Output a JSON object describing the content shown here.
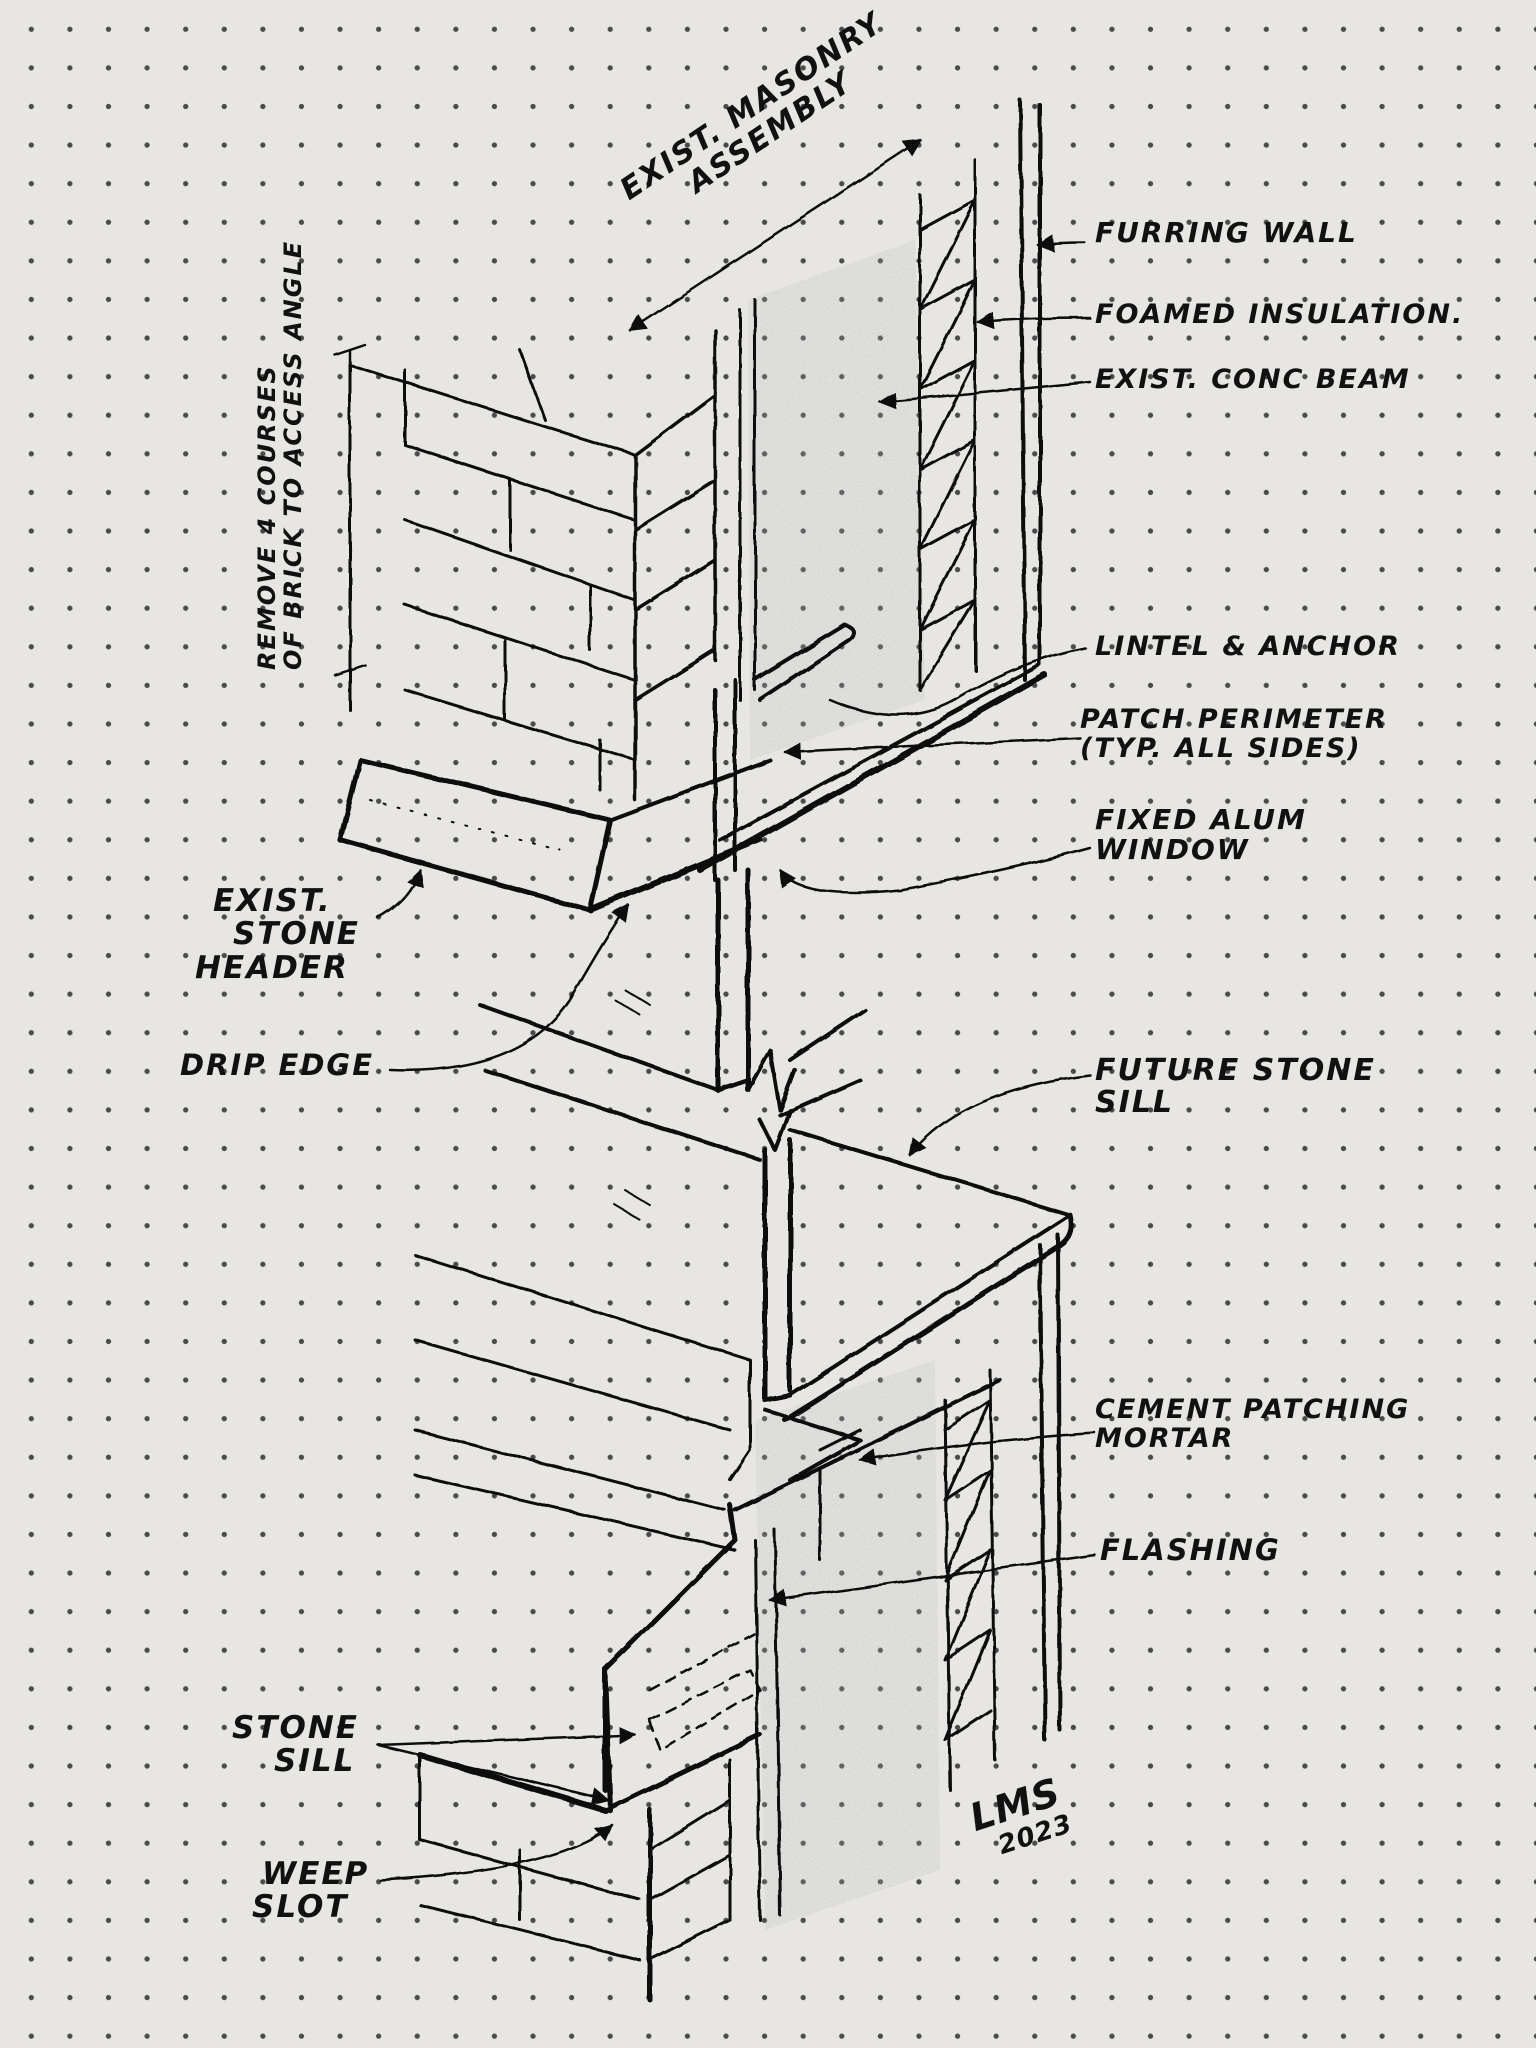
{
  "labels": {
    "exist_masonry": [
      "EXIST. MASONRY",
      "ASSEMBLY"
    ],
    "remove_courses": [
      "REMOVE 4 COURSES",
      "OF BRICK TO ACCESS ANGLE"
    ],
    "furring_wall": "FURRING WALL",
    "foamed_insulation": "FOAMED INSULATION.",
    "exist_conc_beam": "EXIST. CONC BEAM",
    "lintel_anchor": "LINTEL & ANCHOR",
    "patch_perimeter": [
      "PATCH PERIMETER",
      "(TYP. ALL SIDES)"
    ],
    "fixed_alum_window": [
      "FIXED ALUM",
      "WINDOW"
    ],
    "exist_stone_header": [
      "EXIST.",
      "STONE",
      "HEADER"
    ],
    "drip_edge": "DRIP EDGE",
    "future_stone_sill": [
      "FUTURE STONE",
      "SILL"
    ],
    "cement_patching_mortar": [
      "CEMENT PATCHING",
      "MORTAR"
    ],
    "flashing": "FLASHING",
    "stone_sill": [
      "STONE",
      "SILL"
    ],
    "weep_slot": [
      "WEEP",
      "SLOT"
    ]
  },
  "signature": [
    "LMS",
    "2023"
  ],
  "colors": {
    "paper": "#e7e6e3",
    "ink": "#111111",
    "dots": "#4a4a4a",
    "graphite": "#8f8f8f"
  }
}
